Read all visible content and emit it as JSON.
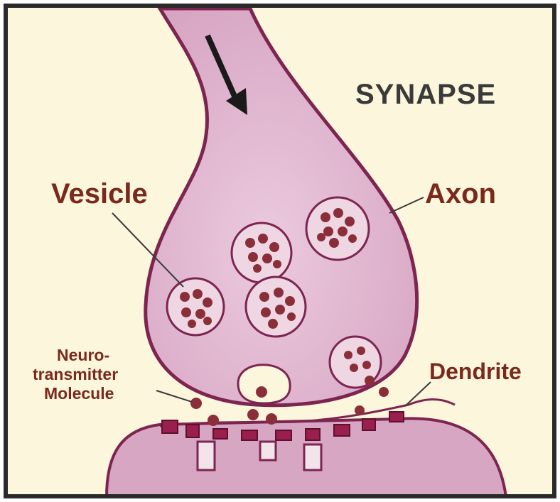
{
  "title": "SYNAPSE",
  "labels": {
    "vesicle": "Vesicle",
    "axon": "Axon",
    "dendrite": "Dendrite",
    "neurotransmitter_line1": "Neuro-",
    "neurotransmitter_line2": "transmitter",
    "neurotransmitter_line3": "Molecule"
  },
  "colors": {
    "background": "#fbf6dc",
    "border": "#2a2a2a",
    "cell_fill": "#d9a9c6",
    "cell_light": "#e7c5da",
    "cell_outline": "#7d2550",
    "vesicle_fill": "#eed6e2",
    "molecule": "#8a2f3a",
    "label_text": "#7a2a1c",
    "title_text": "#3a3a3a",
    "receptor": "#9b1f4c",
    "arrow": "#1a1a1a"
  }
}
